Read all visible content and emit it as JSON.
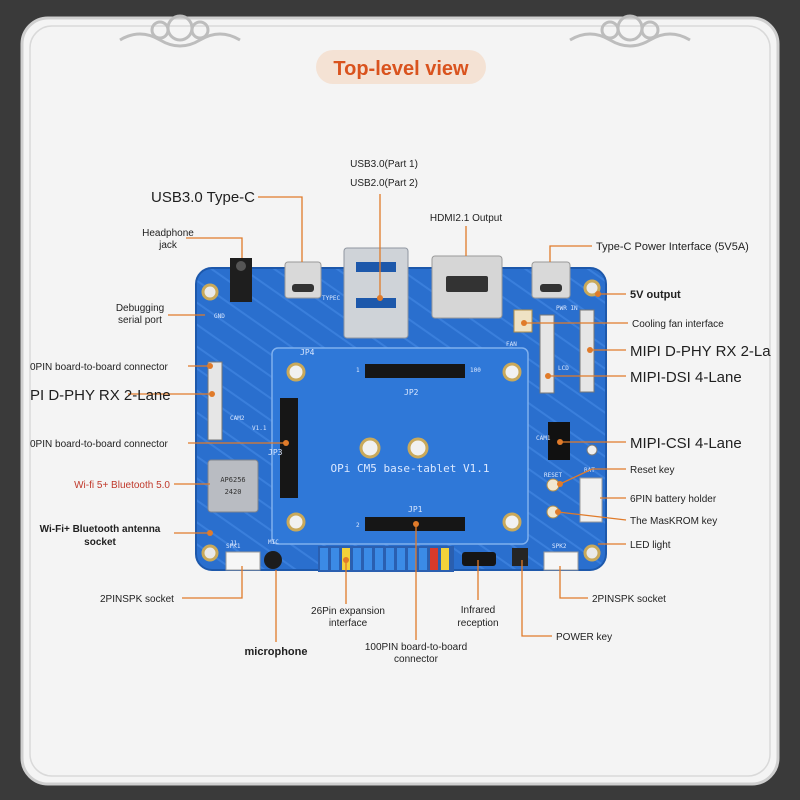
{
  "header": {
    "title": "Top-level view"
  },
  "board": {
    "silkscreen_name": "OPi CM5 base-tablet V1.1",
    "chip_text": [
      "AP6256",
      "2420"
    ],
    "silk_labels": {
      "jp1": "JP1",
      "jp2": "JP2",
      "jp3": "JP3",
      "jp4": "JP4",
      "typec": "TYPEC",
      "fan": "FAN",
      "pwr_in": "PWR IN",
      "cam1": "CAM1",
      "cam2": "CAM2",
      "lcd": "LCD",
      "mic": "MIC",
      "j1": "J1",
      "gnd": "GND",
      "battery": "BAT",
      "spk1": "SPK1",
      "spk2": "SPK2",
      "reset": "RESET",
      "v11": "V1.1",
      "n100": "100",
      "one": "1",
      "two": "2"
    }
  },
  "labels": {
    "usb3_part1": "USB3.0(Part 1)",
    "usb2_part2": "USB2.0(Part 2)",
    "usb3_typec": "USB3.0 Type-C",
    "hdmi": "HDMI2.1 Output",
    "headphone_line1": "Headphone",
    "headphone_line2": "jack",
    "typec_power": "Type-C Power Interface (5V5A)",
    "debug_line1": "Debugging",
    "debug_line2": "serial port",
    "v5_output": "5V output",
    "cooling_fan": "Cooling fan interface",
    "b2b_left_top": "0PIN board-to-board connector",
    "mipi_dphy_right": "MIPI D-PHY RX 2-La",
    "mipi_dphy_left": "PI D-PHY RX 2-Lane",
    "mipi_dsi": "MIPI-DSI 4-Lane",
    "b2b_left_mid": "0PIN board-to-board connector",
    "mipi_csi": "MIPI-CSI 4-Lane",
    "reset_key": "Reset key",
    "wifi_bt": "Wi-fi 5+ Bluetooth 5.0",
    "battery_holder": "6PIN battery holder",
    "maskrom": "The MasKROM key",
    "antenna_line1": "Wi-Fi+ Bluetooth antenna",
    "antenna_line2": "socket",
    "led": "LED light",
    "spk_left": "2PINSPK socket",
    "spk_right": "2PINSPK socket",
    "exp_line1": "26Pin expansion",
    "exp_line2": "interface",
    "ir_line1": "Infrared",
    "ir_line2": "reception",
    "power_key": "POWER key",
    "microphone": "microphone",
    "b2b_bottom_line1": "100PIN board-to-board",
    "b2b_bottom_line2": "connector"
  },
  "colors": {
    "frame": "#f4f4f4",
    "pcb": "#2a6fce",
    "pcb_dark": "#1d58ab",
    "leader": "#e07b2a",
    "accent_text": "#c0392b",
    "title_pill": "#f4e2d4",
    "title_text": "#d9531e"
  }
}
